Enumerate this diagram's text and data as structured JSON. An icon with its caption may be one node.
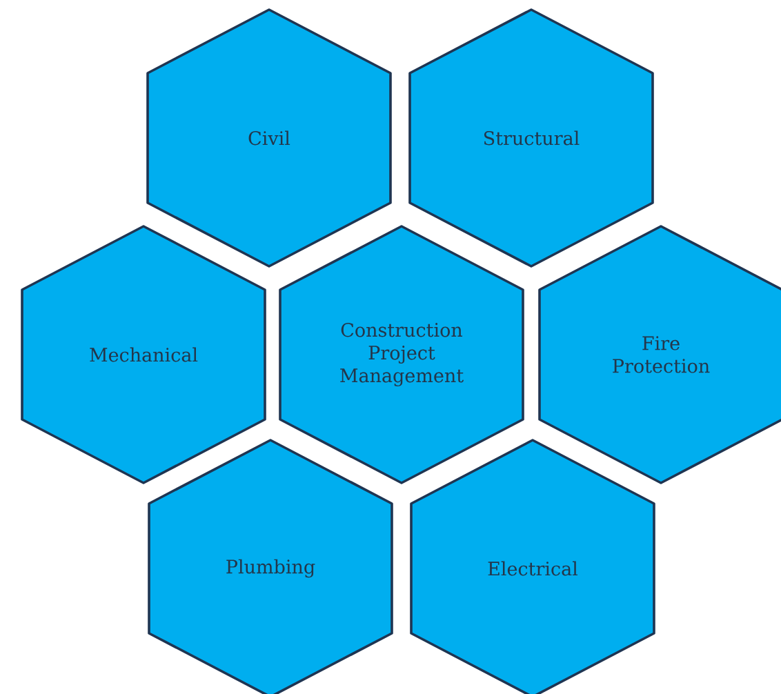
{
  "diagram": {
    "nodes": [
      {
        "text": [
          "Civil"
        ]
      },
      {
        "text": [
          "Structural"
        ]
      },
      {
        "text": [
          "Mechanical"
        ]
      },
      {
        "text": [
          "Construction Project Management"
        ]
      },
      {
        "text": [
          "Fire Protection"
        ]
      },
      {
        "text": [
          "Plumbing"
        ]
      },
      {
        "text": [
          "Electrical"
        ]
      }
    ]
  }
}
